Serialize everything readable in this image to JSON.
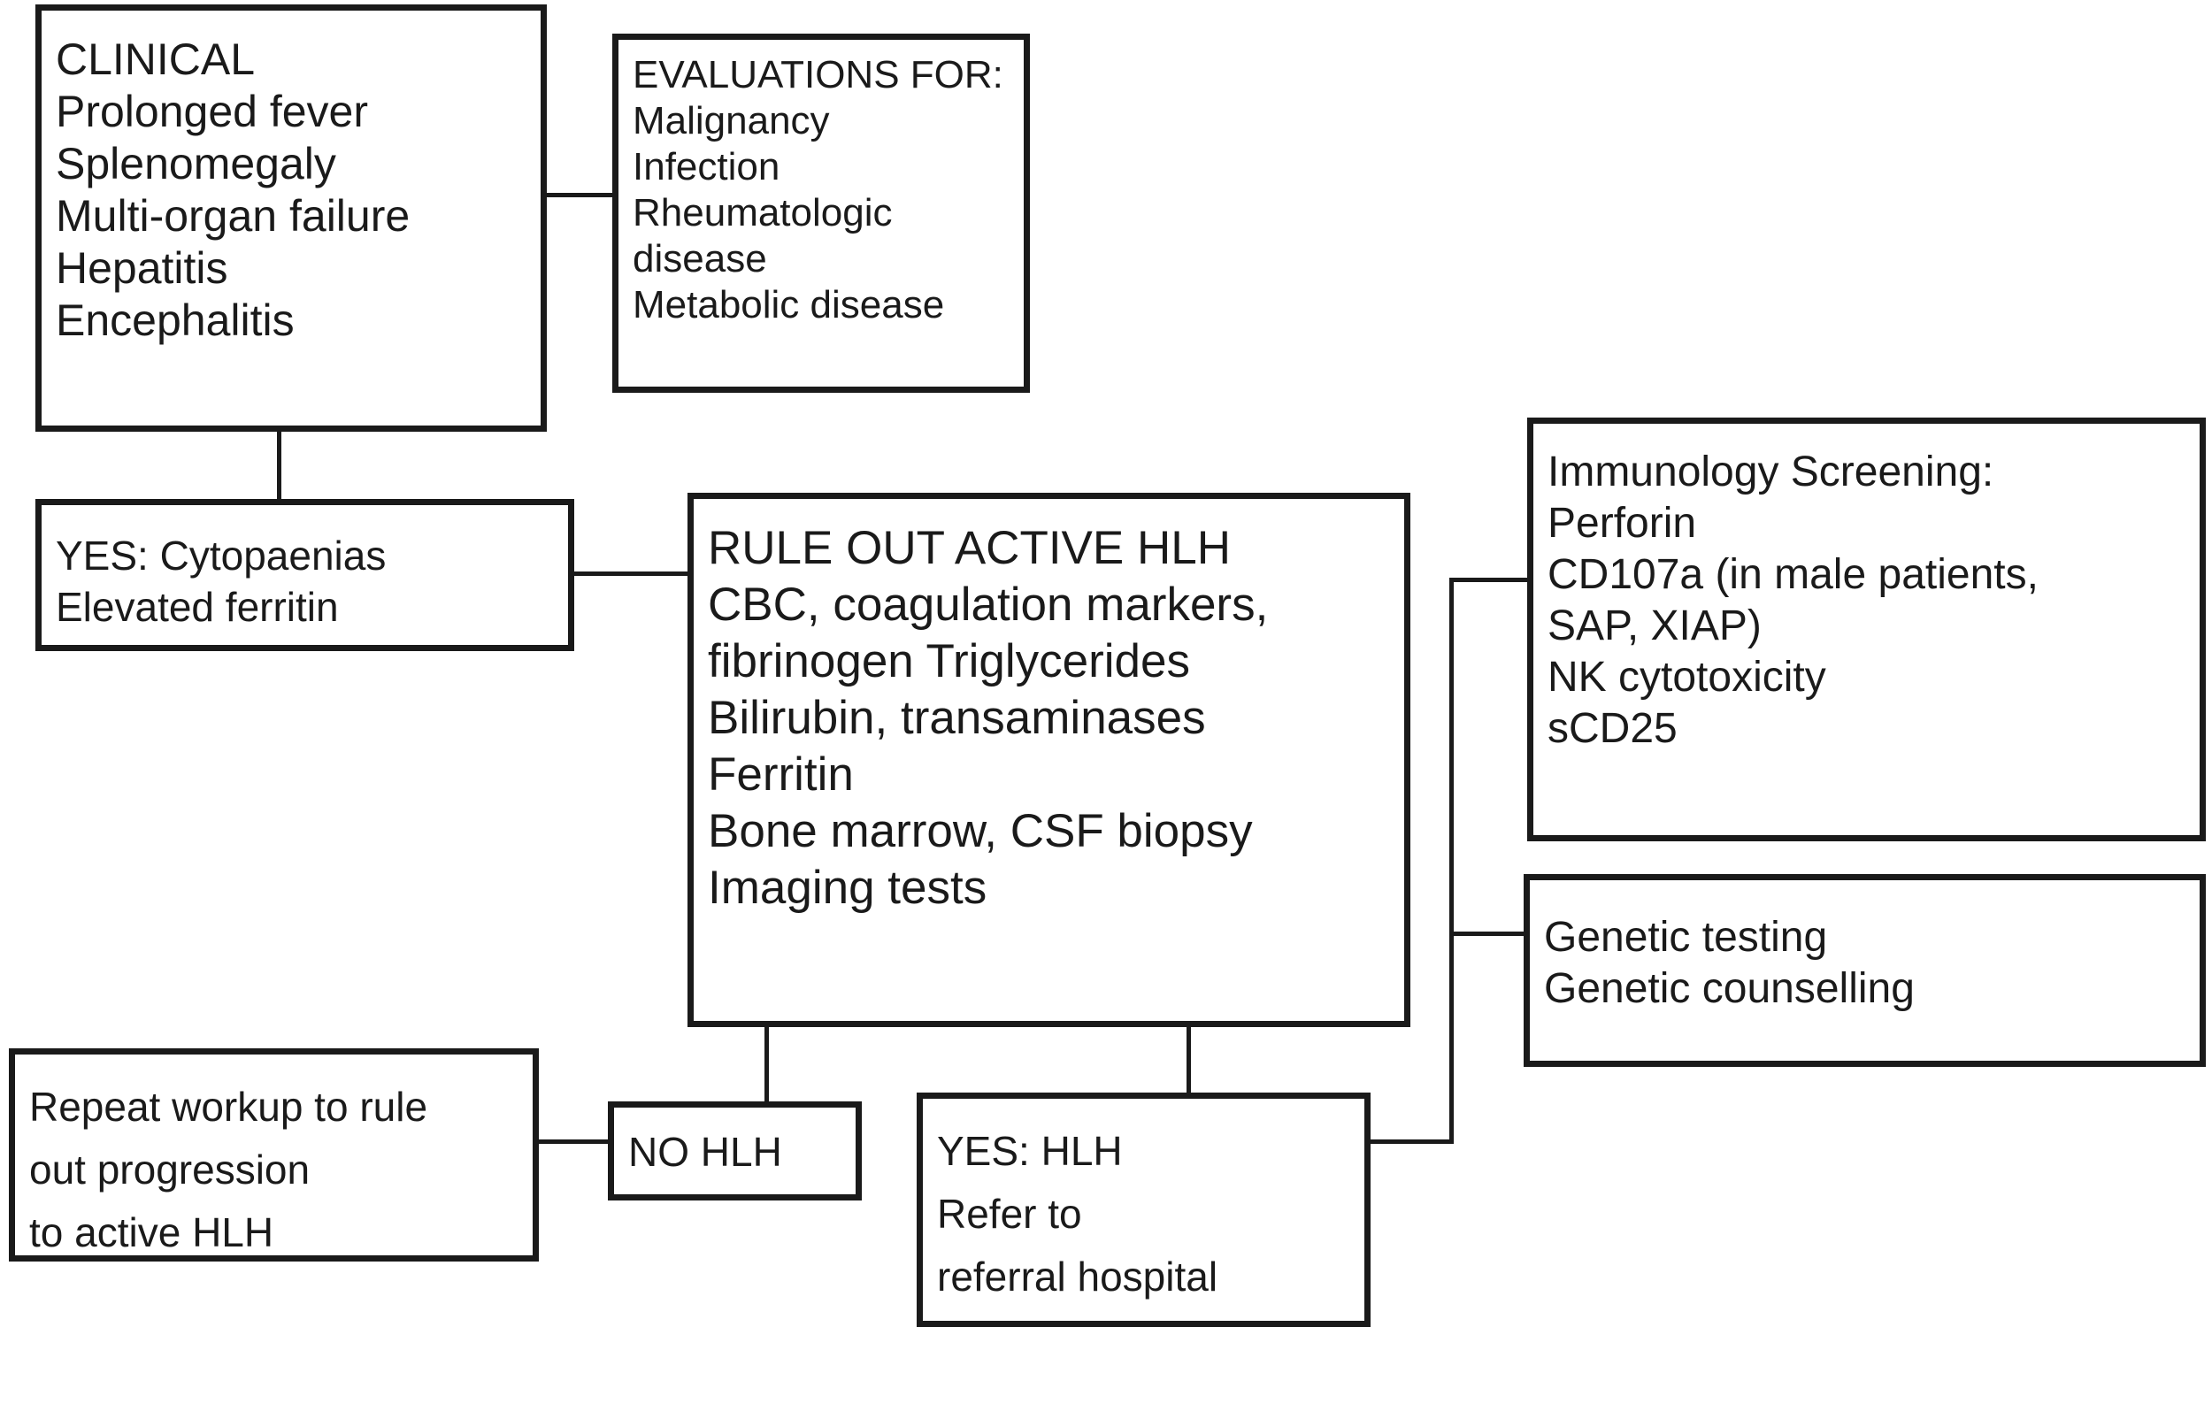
{
  "diagram": {
    "title": "HLH diagnostic workup flowchart",
    "stroke_color": "#1a1a1a",
    "background_color": "#ffffff"
  },
  "nodes": {
    "clinical": {
      "text": "CLINICAL\nProlonged fever\nSplenomegaly\nMulti-organ failure\nHepatitis\nEncephalitis",
      "heading": "CLINICAL",
      "items": [
        "Prolonged fever",
        "Splenomegaly",
        "Multi-organ failure",
        "Hepatitis",
        "Encephalitis"
      ]
    },
    "evaluations": {
      "text": "EVALUATIONS FOR:\nMalignancy\nInfection\nRheumatologic\ndisease\nMetabolic disease",
      "heading": "EVALUATIONS FOR:",
      "items": [
        "Malignancy",
        "Infection",
        "Rheumatologic disease",
        "Metabolic disease"
      ]
    },
    "cytopaenias": {
      "text": "YES: Cytopaenias\nElevated ferritin",
      "items": [
        "YES: Cytopaenias",
        "Elevated ferritin"
      ]
    },
    "ruleout": {
      "text": "RULE OUT ACTIVE HLH\nCBC, coagulation markers,\nfibrinogen Triglycerides\nBilirubin, transaminases\nFerritin\nBone marrow, CSF biopsy\nImaging tests",
      "heading": "RULE OUT ACTIVE HLH",
      "items": [
        "CBC, coagulation markers, fibrinogen Triglycerides",
        "Bilirubin, transaminases",
        "Ferritin",
        "Bone marrow, CSF biopsy",
        "Imaging tests"
      ]
    },
    "immunology": {
      "text": "Immunology Screening:\nPerforin\nCD107a (in male patients,\nSAP, XIAP)\nNK cytotoxicity\nsCD25",
      "heading": "Immunology Screening:",
      "items": [
        "Perforin",
        "CD107a (in male patients, SAP, XIAP)",
        "NK cytotoxicity",
        "sCD25"
      ]
    },
    "genetic": {
      "text": "Genetic testing\nGenetic counselling",
      "items": [
        "Genetic testing",
        "Genetic counselling"
      ]
    },
    "repeat": {
      "text": "Repeat workup to rule\nout progression\nto active HLH"
    },
    "nohlh": {
      "text": "NO HLH"
    },
    "yeshlh": {
      "text": "YES: HLH\nRefer to\nreferral hospital",
      "items": [
        "YES: HLH",
        "Refer to",
        "referral hospital"
      ]
    }
  },
  "edges": [
    {
      "name": "clinical-to-evaluations",
      "from": "clinical",
      "to": "evaluations"
    },
    {
      "name": "clinical-to-cytopaenias",
      "from": "clinical",
      "to": "cytopaenias"
    },
    {
      "name": "cytopaenias-to-ruleout",
      "from": "cytopaenias",
      "to": "ruleout"
    },
    {
      "name": "ruleout-to-nohlh",
      "from": "ruleout",
      "to": "nohlh"
    },
    {
      "name": "ruleout-to-yeshlh",
      "from": "ruleout",
      "to": "yeshlh"
    },
    {
      "name": "nohlh-to-repeat",
      "from": "nohlh",
      "to": "repeat"
    },
    {
      "name": "yeshlh-to-immunology",
      "from": "yeshlh",
      "to": "immunology"
    },
    {
      "name": "yeshlh-to-genetic",
      "from": "yeshlh",
      "to": "genetic"
    }
  ]
}
